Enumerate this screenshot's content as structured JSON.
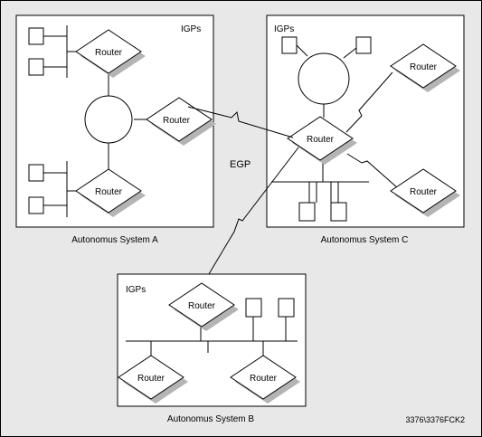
{
  "systems": {
    "a": {
      "label": "Autonomus System A",
      "igp_label": "IGPs"
    },
    "b": {
      "label": "Autonomus System B",
      "igp_label": "IGPs"
    },
    "c": {
      "label": "Autonomus System C",
      "igp_label": "IGPs"
    }
  },
  "router_label": "Router",
  "egp_label": "EGP",
  "figure_code": "3376\\3376FCK2",
  "colors": {
    "background": "#e8e8e8",
    "panel": "#ffffff",
    "stroke": "#000000",
    "shadow": "#b4b4b4"
  }
}
